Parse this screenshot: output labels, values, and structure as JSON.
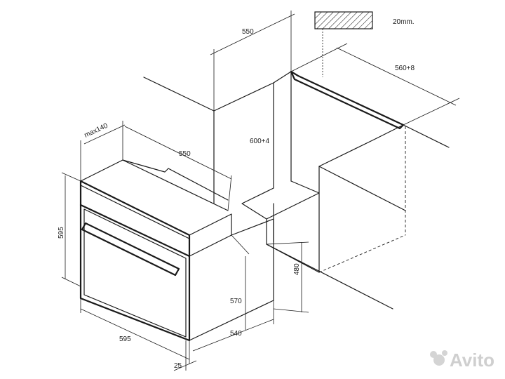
{
  "dimensions": {
    "top_gap": "20mm.",
    "niche_depth": "550",
    "niche_width": "560+8",
    "niche_height": "600+4",
    "max_panel": "max140",
    "oven_depth": "550",
    "oven_height": "595",
    "oven_width": "595",
    "niche_floor_height": "480",
    "body_height": "570",
    "body_depth": "540",
    "front_thickness": "25"
  },
  "watermark": {
    "text": "Avito"
  }
}
